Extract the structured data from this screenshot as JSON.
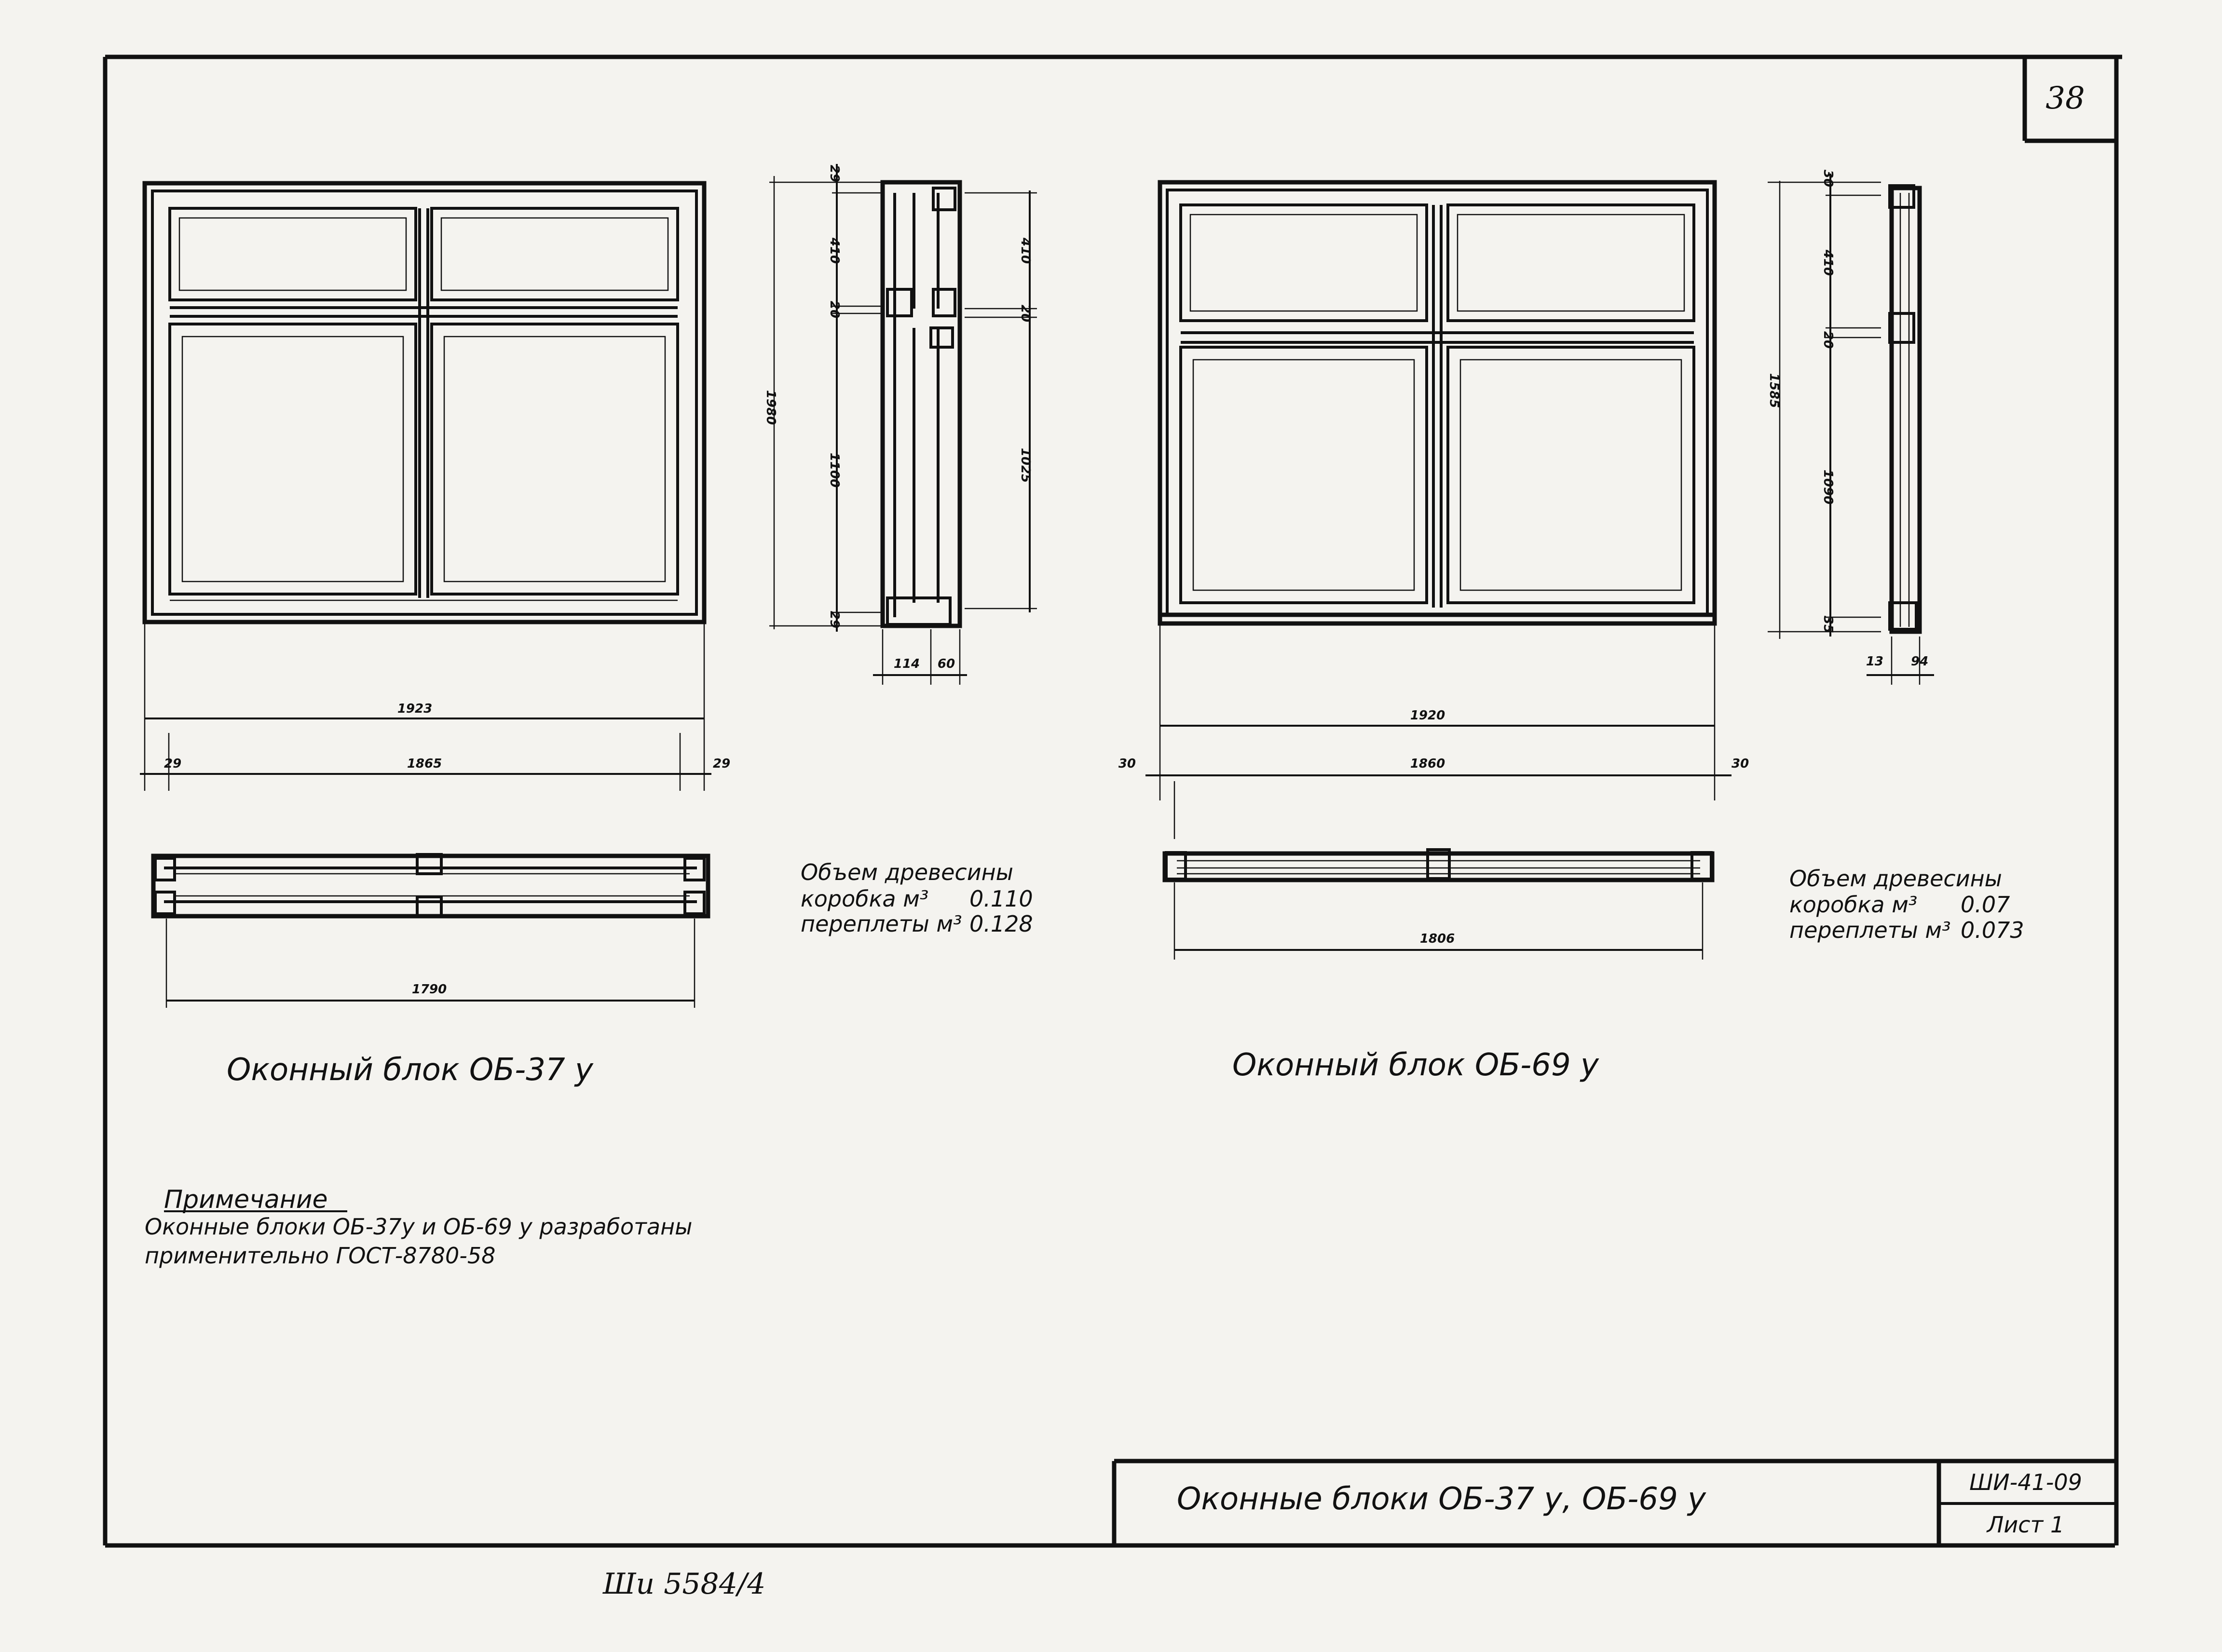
{
  "sheet": {
    "page_number": "38",
    "code": "ШИ-41-09",
    "sheet_label": "Лист 1",
    "title": "Оконные блоки ОБ-37 у,  ОБ-69 у",
    "inventory_note": "Ши 5584/4"
  },
  "block_37": {
    "caption": "Оконный блок ОБ-37 у",
    "dims": {
      "overall_width": "1923",
      "inner_width": "1865",
      "margin_left": "29",
      "margin_right": "29",
      "plan_width": "1790",
      "height_total": "1980",
      "top_margin": "29",
      "upper_pane": "410",
      "mullion": "20",
      "lower_pane": "1100",
      "bottom_margin": "29",
      "section_upper": "410",
      "section_mullion": "20",
      "section_lower": "1025",
      "section_w1": "114",
      "section_w2": "60"
    },
    "wood_volume": {
      "title": "Объем древесины",
      "box_label": "коробка м³",
      "box_value": "0.110",
      "frames_label": "переплеты м³",
      "frames_value": "0.128"
    }
  },
  "block_69": {
    "caption": "Оконный блок ОБ-69 у",
    "dims": {
      "overall_width": "1920",
      "inner_width": "1860",
      "margin_left": "30",
      "margin_right": "30",
      "plan_width": "1806",
      "height_total": "1585",
      "top_margin": "30",
      "upper_pane": "410",
      "mullion": "20",
      "lower_pane": "1090",
      "bottom_margin": "35",
      "section_w1": "13",
      "section_w2": "94"
    },
    "wood_volume": {
      "title": "Объем древесины",
      "box_label": "коробка м³",
      "box_value": "0.07",
      "frames_label": "переплеты м³",
      "frames_value": "0.073"
    }
  },
  "note": {
    "heading": "Примечание",
    "line1": "Оконные блоки ОБ-37у и ОБ-69 у разработаны",
    "line2": "применительно ГОСТ-8780-58"
  }
}
